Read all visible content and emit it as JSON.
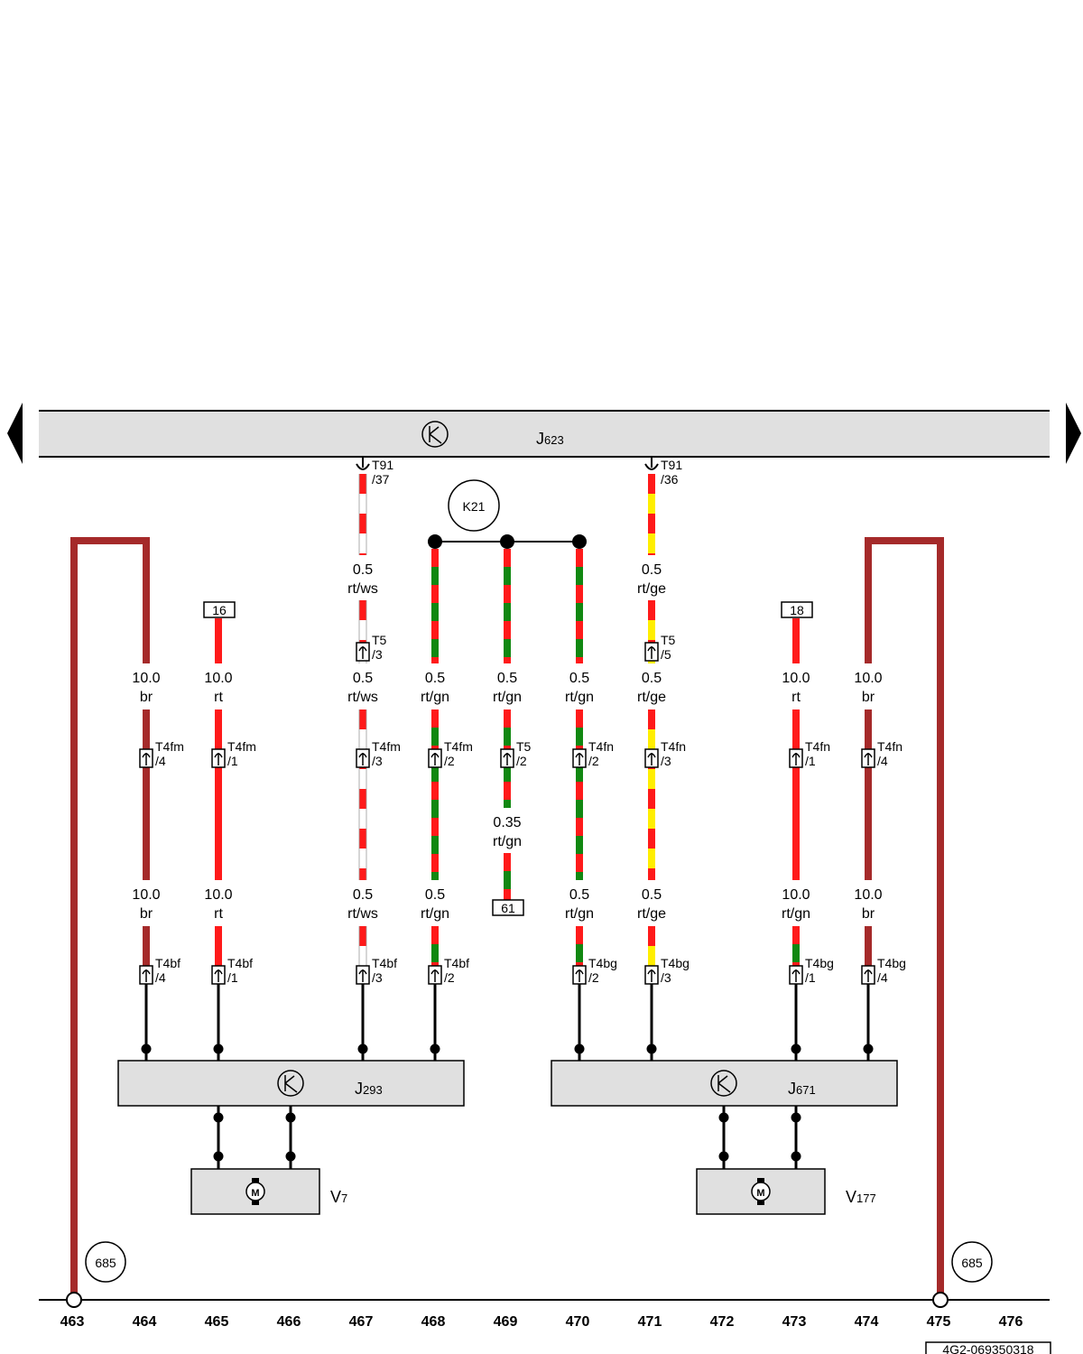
{
  "module_bar": {
    "id": "J",
    "sub": "623"
  },
  "relay": "K21",
  "modules": [
    {
      "id": "J",
      "sub": "293"
    },
    {
      "id": "J",
      "sub": "671"
    }
  ],
  "motors": [
    {
      "id": "V",
      "sub": "7",
      "symbol": "M"
    },
    {
      "id": "V",
      "sub": "177",
      "symbol": "M"
    }
  ],
  "boxes": [
    "16",
    "61",
    "18"
  ],
  "connectors": {
    "t91_37": [
      "T91",
      "/37"
    ],
    "t91_36": [
      "T91",
      "/36"
    ],
    "t5_3": [
      "T5",
      "/3"
    ],
    "t5_5": [
      "T5",
      "/5"
    ],
    "t5_2": [
      "T5",
      "/2"
    ],
    "t4fm_4": [
      "T4fm",
      "/4"
    ],
    "t4fm_1": [
      "T4fm",
      "/1"
    ],
    "t4fm_3": [
      "T4fm",
      "/3"
    ],
    "t4fm_2": [
      "T4fm",
      "/2"
    ],
    "t4fn_2": [
      "T4fn",
      "/2"
    ],
    "t4fn_3": [
      "T4fn",
      "/3"
    ],
    "t4fn_1": [
      "T4fn",
      "/1"
    ],
    "t4fn_4": [
      "T4fn",
      "/4"
    ],
    "t4bf_4": [
      "T4bf",
      "/4"
    ],
    "t4bf_1": [
      "T4bf",
      "/1"
    ],
    "t4bf_3": [
      "T4bf",
      "/3"
    ],
    "t4bf_2": [
      "T4bf",
      "/2"
    ],
    "t4bg_2": [
      "T4bg",
      "/2"
    ],
    "t4bg_3": [
      "T4bg",
      "/3"
    ],
    "t4bg_1": [
      "T4bg",
      "/1"
    ],
    "t4bg_4": [
      "T4bg",
      "/4"
    ]
  },
  "wire_labels": {
    "top_467": [
      "0.5",
      "rt/ws"
    ],
    "top_471": [
      "0.5",
      "rt/ge"
    ],
    "mid_464": [
      "10.0",
      "br"
    ],
    "mid_465": [
      "10.0",
      "rt"
    ],
    "mid_467": [
      "0.5",
      "rt/ws"
    ],
    "mid_468": [
      "0.5",
      "rt/gn"
    ],
    "mid_469": [
      "0.5",
      "rt/gn"
    ],
    "mid_470": [
      "0.5",
      "rt/gn"
    ],
    "mid_471": [
      "0.5",
      "rt/ge"
    ],
    "mid_473": [
      "10.0",
      "rt"
    ],
    "mid_474": [
      "10.0",
      "br"
    ],
    "s469": [
      "0.35",
      "rt/gn"
    ],
    "low_464": [
      "10.0",
      "br"
    ],
    "low_465": [
      "10.0",
      "rt"
    ],
    "low_467": [
      "0.5",
      "rt/ws"
    ],
    "low_468": [
      "0.5",
      "rt/gn"
    ],
    "low_470": [
      "0.5",
      "rt/gn"
    ],
    "low_471": [
      "0.5",
      "rt/ge"
    ],
    "low_473": [
      "10.0",
      "rt/gn"
    ],
    "low_474": [
      "10.0",
      "br"
    ]
  },
  "ground_refs": [
    "685",
    "685"
  ],
  "axis_numbers": [
    "463",
    "464",
    "465",
    "466",
    "467",
    "468",
    "469",
    "470",
    "471",
    "472",
    "473",
    "474",
    "475",
    "476"
  ],
  "doc_id": "4G2-069350318",
  "colors": {
    "rt": "#ff1a1a",
    "br": "#a52a2a",
    "gn": "#118811",
    "ws": "#ffffff",
    "ge": "#ffee00",
    "module_fill": "#e0e0e0"
  }
}
